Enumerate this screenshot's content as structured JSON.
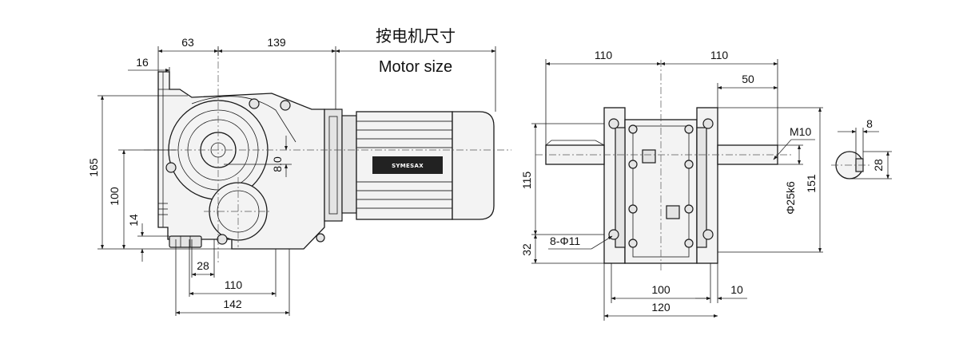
{
  "labels": {
    "motor_size_cn": "按电机尺寸",
    "motor_size_en": "Motor size",
    "brand": "SYMESAX"
  },
  "left_view": {
    "dims": {
      "d63": "63",
      "d139": "139",
      "d16": "16",
      "d165": "165",
      "d100": "100",
      "d14": "14",
      "d8_0": "8.0",
      "d28": "28",
      "d110": "110",
      "d142": "142"
    }
  },
  "right_view": {
    "dims": {
      "d110a": "110",
      "d110b": "110",
      "d50": "50",
      "m10": "M10",
      "d115": "115",
      "d32": "32",
      "holes": "8-Φ11",
      "phi25": "Φ25k6",
      "d151": "151",
      "d100": "100",
      "d10": "10",
      "d120": "120"
    }
  },
  "key_view": {
    "dims": {
      "d8": "8",
      "d28": "28"
    }
  },
  "colors": {
    "line": "#1a1a1a",
    "fill": "#f3f3f3",
    "badge": "#222222"
  }
}
